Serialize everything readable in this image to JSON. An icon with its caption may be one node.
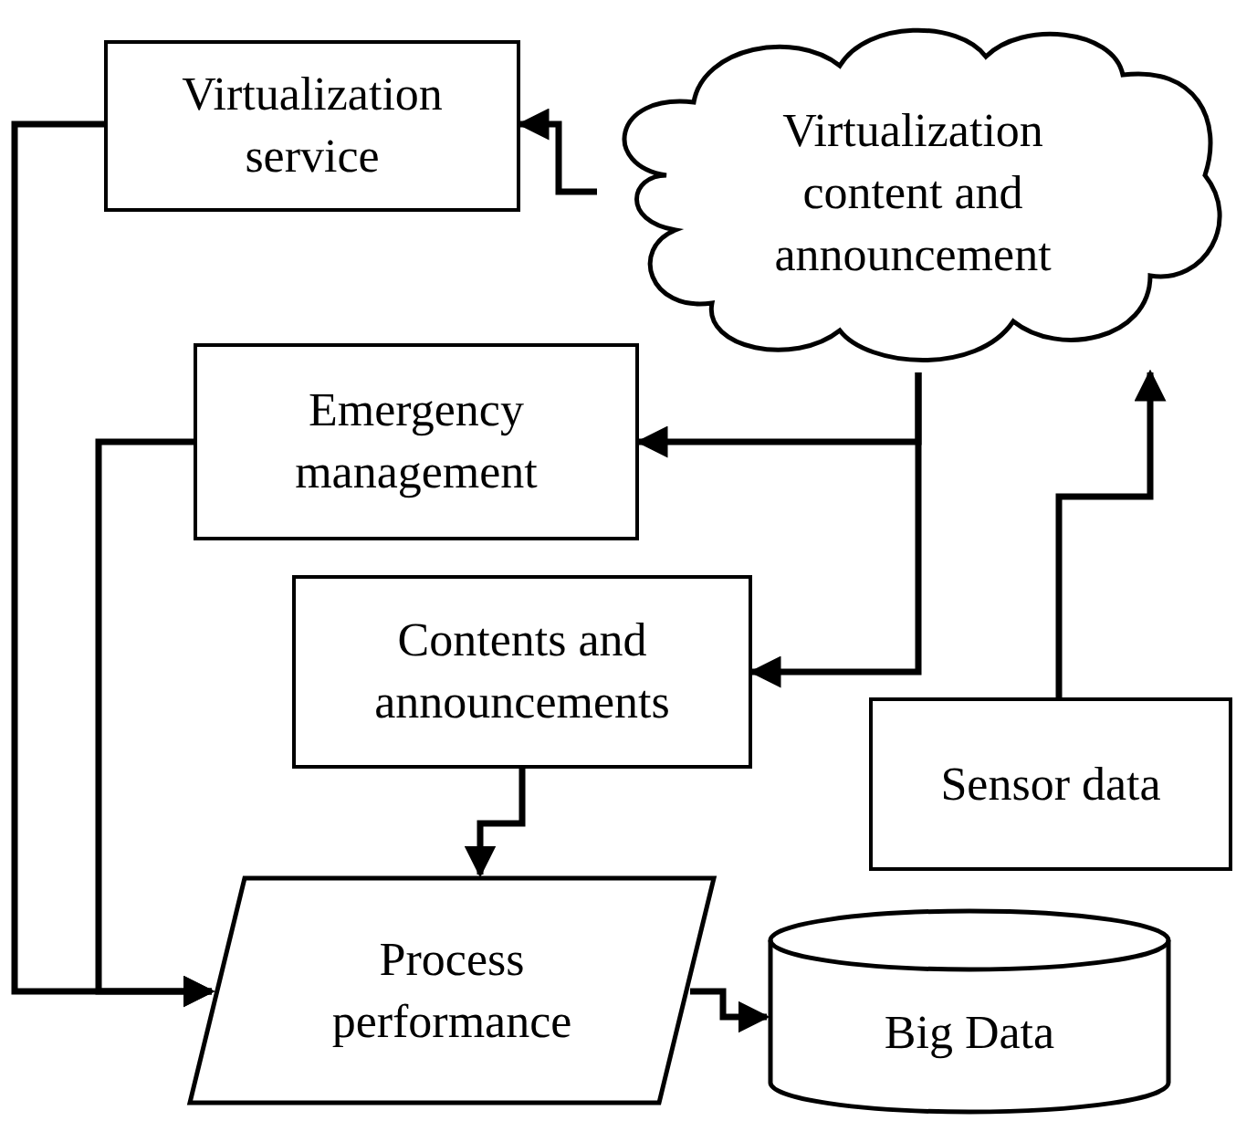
{
  "diagram": {
    "nodes": [
      {
        "text": [
          "Virtualization service"
        ]
      },
      {
        "text": [
          "Virtualization content and announcement"
        ]
      },
      {
        "text": [
          "Emergency management"
        ]
      },
      {
        "text": [
          "Contents and announcements"
        ]
      },
      {
        "text": [
          "Sensor data"
        ]
      },
      {
        "text": [
          "Process performance"
        ]
      },
      {
        "text": [
          "Big Data"
        ]
      }
    ],
    "edges": [
      {
        "from": 1,
        "to": 0,
        "arrow": "to"
      },
      {
        "from": 1,
        "to": 2,
        "arrow": "to"
      },
      {
        "from": 1,
        "to": 3,
        "arrow": "to"
      },
      {
        "from": 4,
        "to": 1,
        "arrow": "to"
      },
      {
        "from": 3,
        "to": 5,
        "arrow": "to"
      },
      {
        "from": 0,
        "to": 5,
        "arrow": "to"
      },
      {
        "from": 2,
        "to": 5,
        "arrow": "to"
      },
      {
        "from": 5,
        "to": 6,
        "arrow": "to"
      }
    ]
  }
}
